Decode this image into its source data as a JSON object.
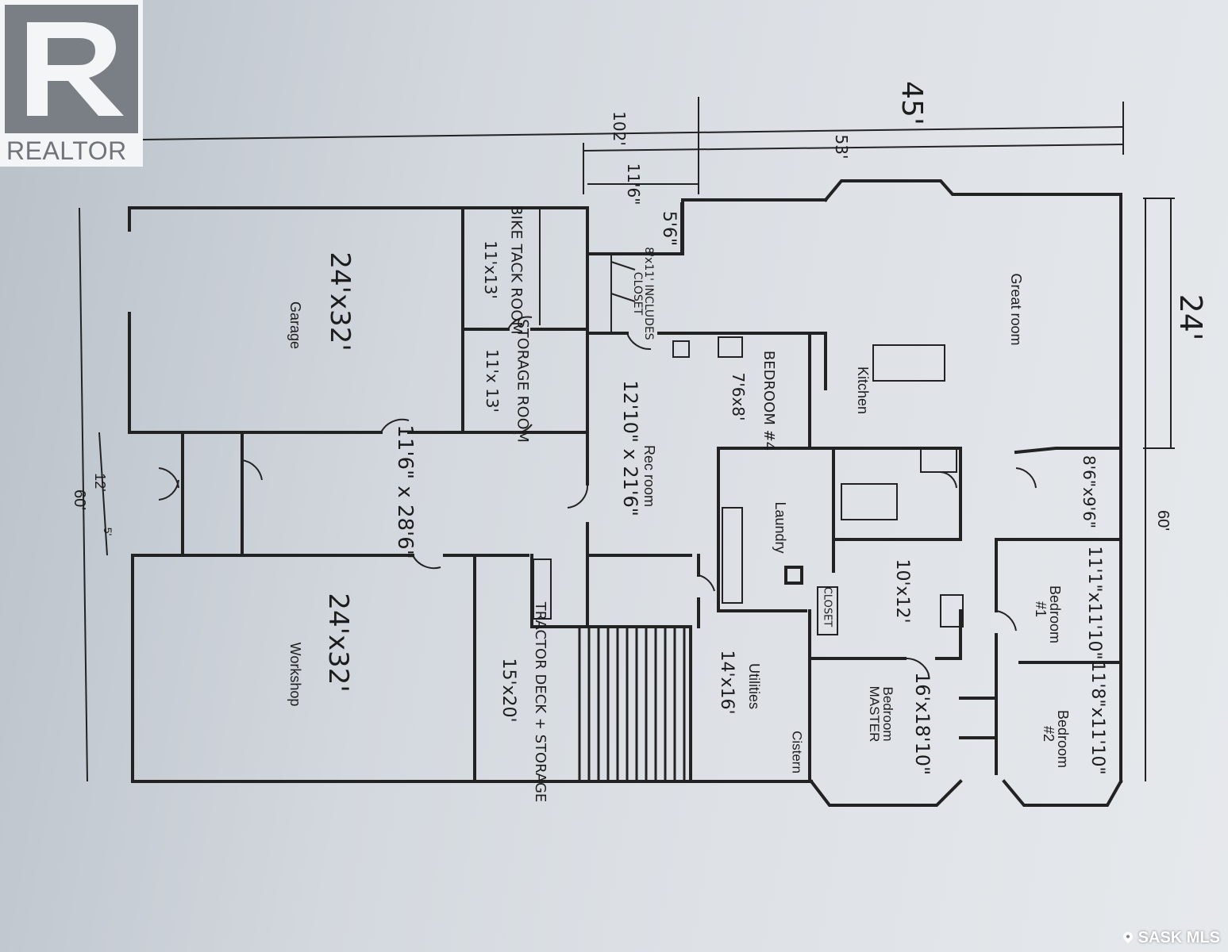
{
  "logos": {
    "realtor": "REALTOR",
    "mls": "SASK MLS"
  },
  "dimensions": {
    "top_102": "102'",
    "top_53": "53'",
    "top_45": "45'",
    "top_11_6": "11'6\"",
    "top_5_6": "5'6\"",
    "right_24": "24'",
    "right_60": "60'",
    "left_60": "60'",
    "left_12": "12'",
    "left_5": "5'"
  },
  "rooms": {
    "garage": {
      "name": "Garage",
      "size": "24'x32'"
    },
    "bike_tack": {
      "name": "BIKE TACK ROOM",
      "size": "11'x13'"
    },
    "storage": {
      "name": "STORAGE ROOM",
      "size": "11'x 13'"
    },
    "hall": {
      "size": "11'6\" x 28'6\""
    },
    "workshop": {
      "name": "Workshop",
      "size": "24'x32'"
    },
    "tractor": {
      "name": "TRACTOR DECK + STORAGE",
      "size": "15'x20'"
    },
    "entry": {
      "size": "8'x11' INCLUDES CLOSET"
    },
    "rec_room": {
      "name": "Rec room",
      "size": "12'10\" x 21'6\""
    },
    "bedroom4": {
      "name": "BEDROOM #4",
      "size": "7'6x8'"
    },
    "kitchen": {
      "name": "Kitchen"
    },
    "great_room": {
      "name": "Great room"
    },
    "laundry": {
      "name": "Laundry"
    },
    "closet": {
      "name": "CLOSET"
    },
    "bath": {
      "size": "10'x12'"
    },
    "utilities": {
      "name": "Utilities",
      "size": "14'x16'"
    },
    "cistern": {
      "name": "Cistern"
    },
    "master": {
      "name": "Bedroom MASTER",
      "size": "16'x18'10\""
    },
    "bedroom1": {
      "name": "Bedroom #1",
      "size": "11'1\"x11'10\""
    },
    "bedroom2": {
      "name": "Bedroom #2",
      "size": "11'8\"x11'10\""
    },
    "small_room": {
      "size": "8'6\"x9'6\""
    }
  },
  "colors": {
    "wall": "#222222",
    "paper": "#dde1e6",
    "realtor_grey": "#7a7f85"
  }
}
